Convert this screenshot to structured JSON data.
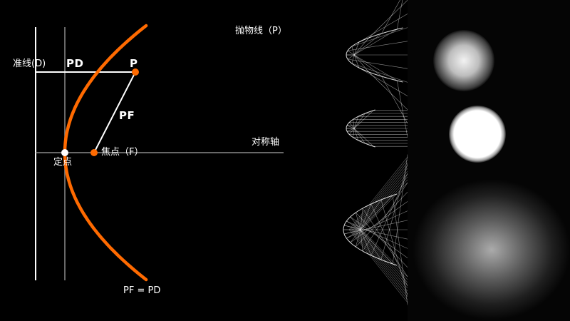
{
  "labels": {
    "parabola": "抛物线（P）",
    "directrix": "准线(D)",
    "pd": "PD",
    "point_p": "P",
    "pf": "PF",
    "axis": "对称轴",
    "focus": "焦点（F）",
    "vertex": "定点",
    "equation": "PF = PD"
  },
  "colors": {
    "background": "#000000",
    "parabola": "#ff6a00",
    "line": "#ffffff",
    "grid_line": "#8a8a8a"
  }
}
